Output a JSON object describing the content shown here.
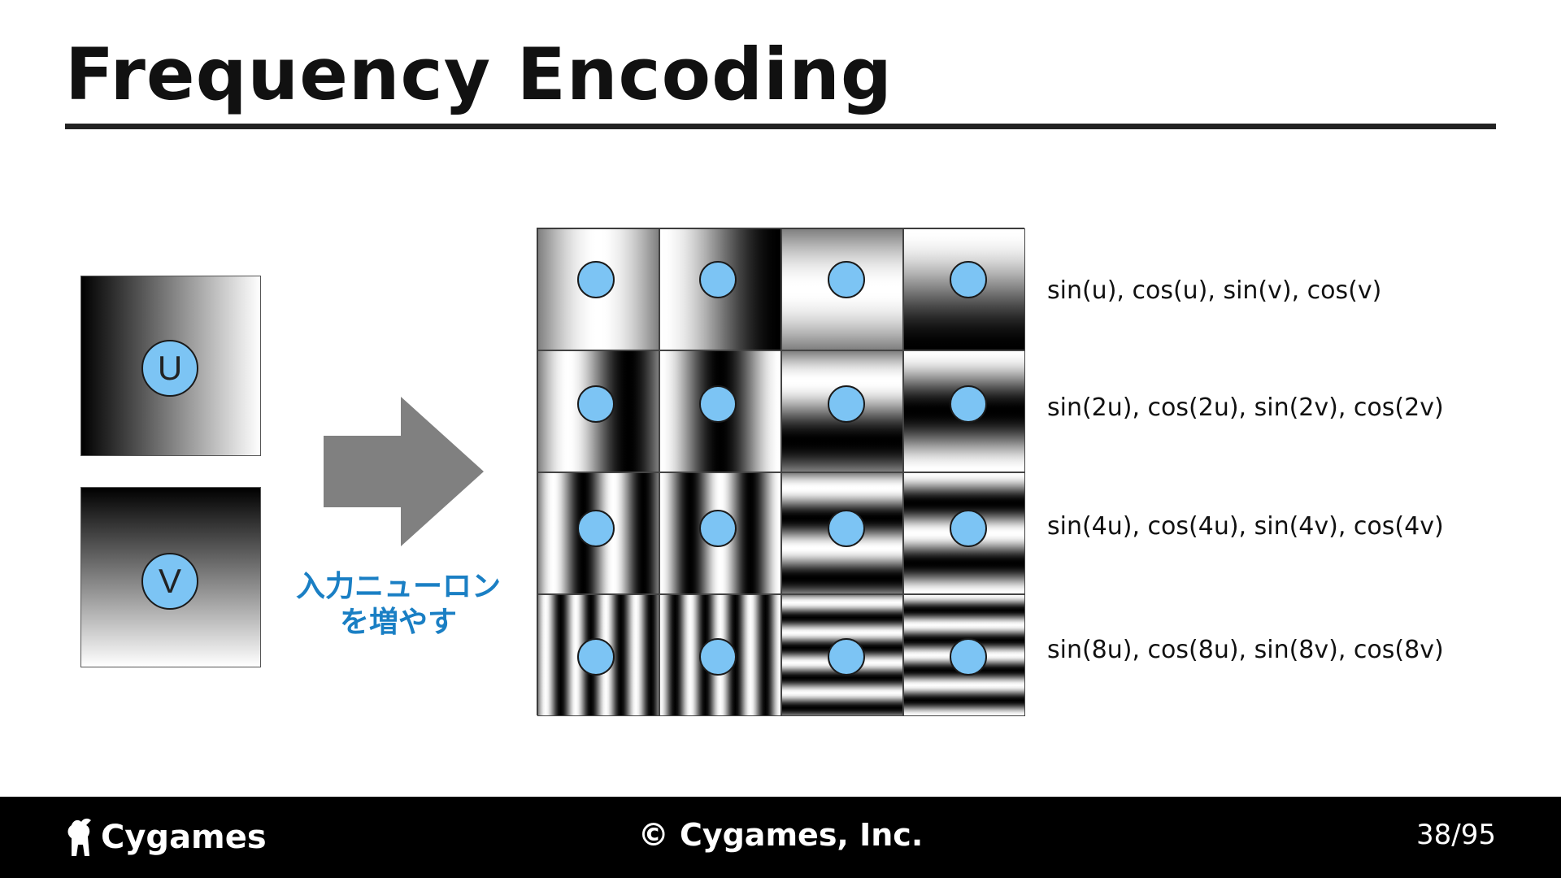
{
  "slide": {
    "title": "Frequency Encoding"
  },
  "inputs": {
    "u_label": "U",
    "v_label": "V"
  },
  "caption": {
    "line1": "入力ニューロン",
    "line2": "を増やす"
  },
  "grid": {
    "rows": [
      {
        "label": "sin(u),  cos(u),  sin(v),  cos(v)",
        "frequency": 1
      },
      {
        "label": "sin(2u), cos(2u), sin(2v), cos(2v)",
        "frequency": 2
      },
      {
        "label": "sin(4u), cos(4u), sin(4v), cos(4v)",
        "frequency": 4
      },
      {
        "label": "sin(8u), cos(8u), sin(8v), cos(8v)",
        "frequency": 8
      }
    ],
    "columns": [
      "sin(u)",
      "cos(u)",
      "sin(v)",
      "cos(v)"
    ]
  },
  "footer": {
    "logo": "Cygames",
    "copyright": "© Cygames, Inc.",
    "page": "38/95"
  },
  "colors": {
    "neuron": "#7cc4f4",
    "caption": "#1a7fc4",
    "arrow": "#808080",
    "footer_bg": "#000000"
  }
}
